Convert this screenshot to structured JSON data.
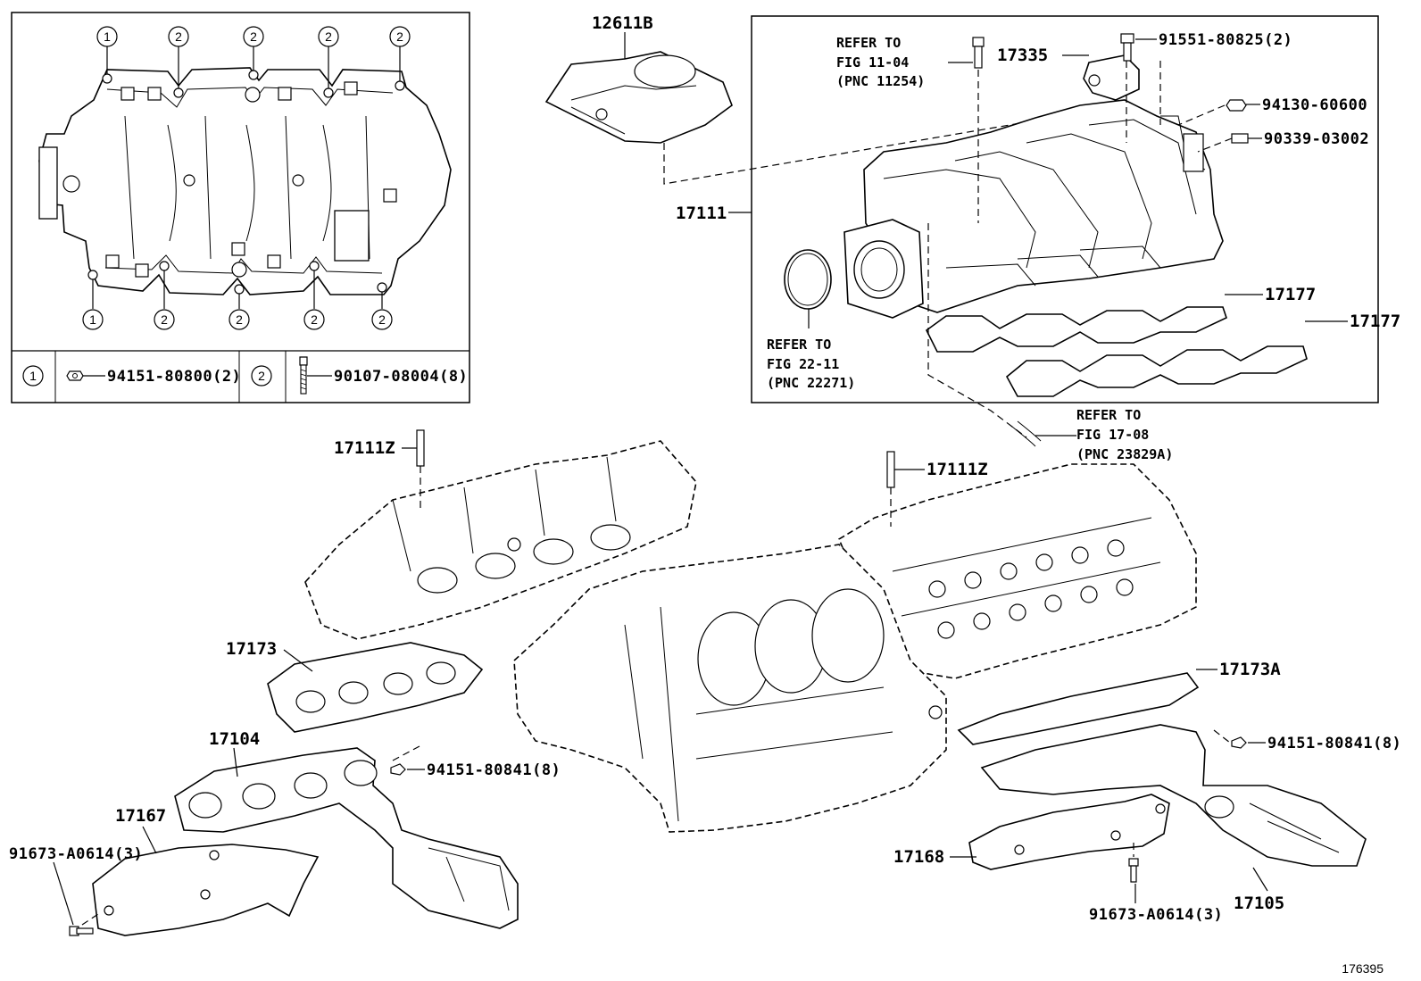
{
  "inset": {
    "callout_top": [
      "1",
      "2",
      "2",
      "2",
      "2"
    ],
    "callout_bottom": [
      "1",
      "2",
      "2",
      "2",
      "2"
    ],
    "legend": [
      {
        "key": "1",
        "part": "94151-80800(2)",
        "icon": "nut-icon"
      },
      {
        "key": "2",
        "part": "90107-08004(8)",
        "icon": "bolt-icon"
      }
    ]
  },
  "parts": {
    "p12611B": "12611B",
    "p17111": "17111",
    "p17335": "17335",
    "p91551": "91551-80825(2)",
    "p94130": "94130-60600",
    "p90339": "90339-03002",
    "p17177a": "17177",
    "p17177b": "17177",
    "p17111Z_l": "17111Z",
    "p17111Z_r": "17111Z",
    "p17173": "17173",
    "p17173A": "17173A",
    "p17104": "17104",
    "p94151_l": "94151-80841(8)",
    "p94151_r": "94151-80841(8)",
    "p17167": "17167",
    "p91673_l": "91673-A0614(3)",
    "p17168": "17168",
    "p91673_r": "91673-A0614(3)",
    "p17105": "17105"
  },
  "refs": {
    "r1": [
      "REFER TO",
      "FIG 11-04",
      "(PNC 11254)"
    ],
    "r2": [
      "REFER TO",
      "FIG 22-11",
      "(PNC 22271)"
    ],
    "r3": [
      "REFER TO",
      "FIG 17-08",
      "(PNC 23829A)"
    ]
  },
  "figure_number": "176395"
}
